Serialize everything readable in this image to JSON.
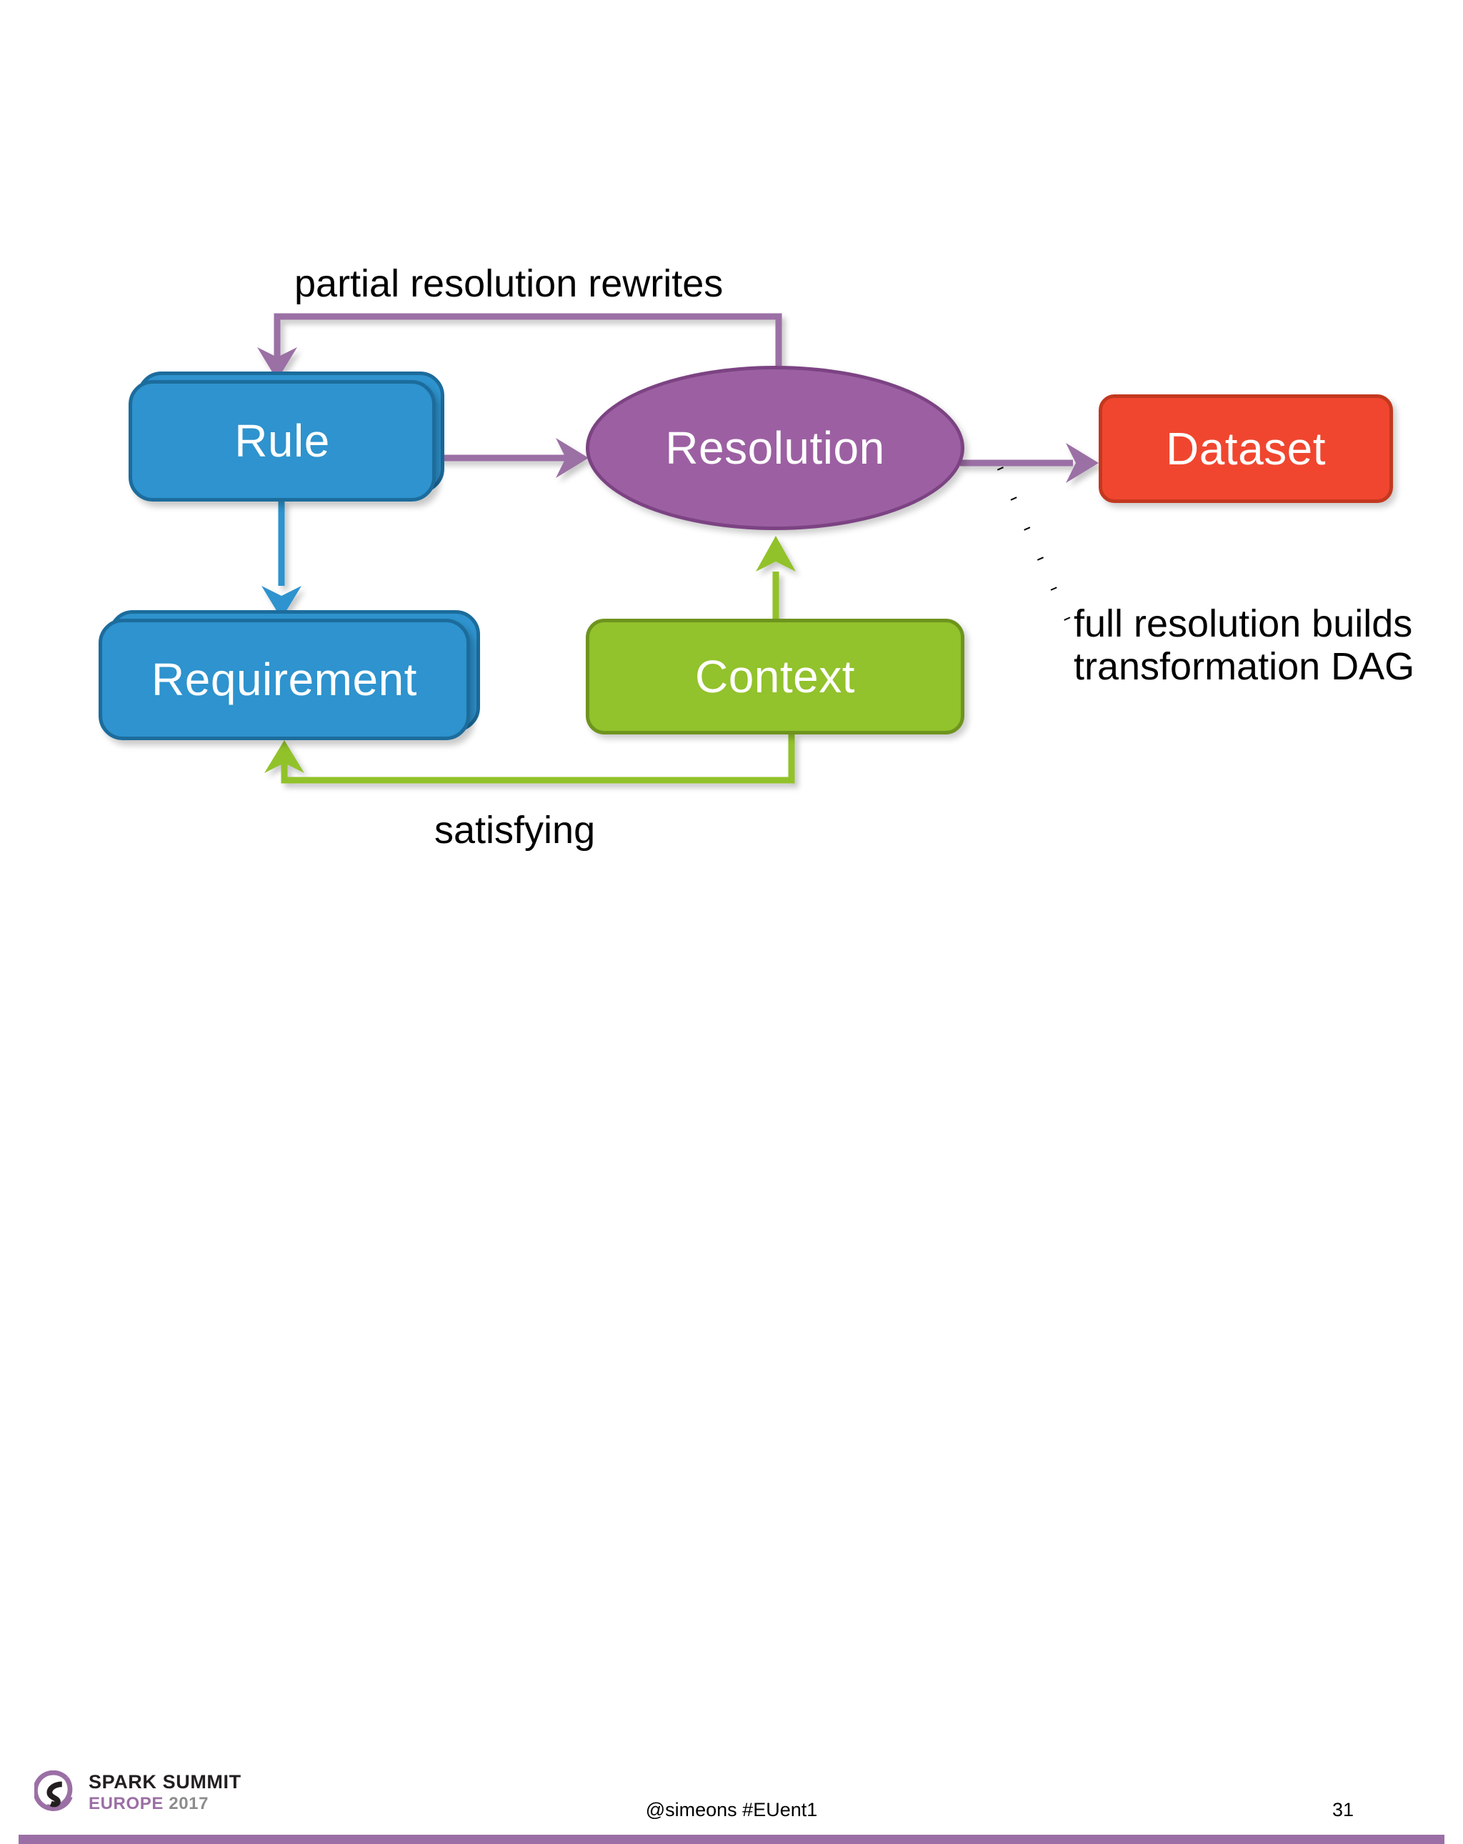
{
  "slide": {
    "background": "#ffffff",
    "page_number": "31",
    "footer_handle": "@simeons #EUent1"
  },
  "brand": {
    "line1": "SPARK SUMMIT",
    "europe": "EUROPE",
    "year": "2017",
    "mark_icon": "spark-summit-logo-icon",
    "accent_color": "#9B6FA5"
  },
  "diagram": {
    "type": "flow-diagram",
    "nodes": [
      {
        "id": "rule",
        "label": "Rule",
        "shape": "rounded-rect-stacked",
        "fill": "#2E93CE",
        "stroke": "#1C6C9C",
        "text_color": "#ffffff"
      },
      {
        "id": "requirement",
        "label": "Requirement",
        "shape": "rounded-rect-stacked",
        "fill": "#2E93CE",
        "stroke": "#1C6C9C",
        "text_color": "#ffffff"
      },
      {
        "id": "resolution",
        "label": "Resolution",
        "shape": "ellipse",
        "fill": "#9C60A2",
        "stroke": "#7C4383",
        "text_color": "#ffffff"
      },
      {
        "id": "context",
        "label": "Context",
        "shape": "rounded-rect",
        "fill": "#92C22C",
        "stroke": "#6E941E",
        "text_color": "#ffffff"
      },
      {
        "id": "dataset",
        "label": "Dataset",
        "shape": "rounded-rect",
        "fill": "#F0462F",
        "stroke": "#C3381F",
        "text_color": "#ffffff"
      }
    ],
    "edges": [
      {
        "id": "rule-to-resolution",
        "from": "rule",
        "to": "resolution",
        "color": "#9B6FA5",
        "style": "solid-arrow",
        "label": ""
      },
      {
        "id": "resolution-to-rule",
        "from": "resolution",
        "to": "rule",
        "color": "#9B6FA5",
        "style": "solid-arrow-elbow",
        "label": "partial resolution rewrites"
      },
      {
        "id": "resolution-to-dataset",
        "from": "resolution",
        "to": "dataset",
        "color": "#9B6FA5",
        "style": "solid-arrow",
        "label": ""
      },
      {
        "id": "rule-to-requirement",
        "from": "rule",
        "to": "requirement",
        "color": "#2E93CE",
        "style": "solid-arrow",
        "label": ""
      },
      {
        "id": "context-to-resolution",
        "from": "context",
        "to": "resolution",
        "color": "#92C22C",
        "style": "solid-arrow",
        "label": ""
      },
      {
        "id": "context-to-requirement",
        "from": "context",
        "to": "requirement",
        "color": "#92C22C",
        "style": "solid-arrow-elbow",
        "label": "satisfying"
      },
      {
        "id": "dataset-annotation-leader",
        "from": "resolution",
        "to": "full-resolution-note",
        "color": "#000000",
        "style": "dotted-leader",
        "label": ""
      }
    ],
    "labels": {
      "partial_rewrites": "partial resolution rewrites",
      "satisfying": "satisfying",
      "full_resolution": "full resolution builds transformation DAG"
    }
  }
}
